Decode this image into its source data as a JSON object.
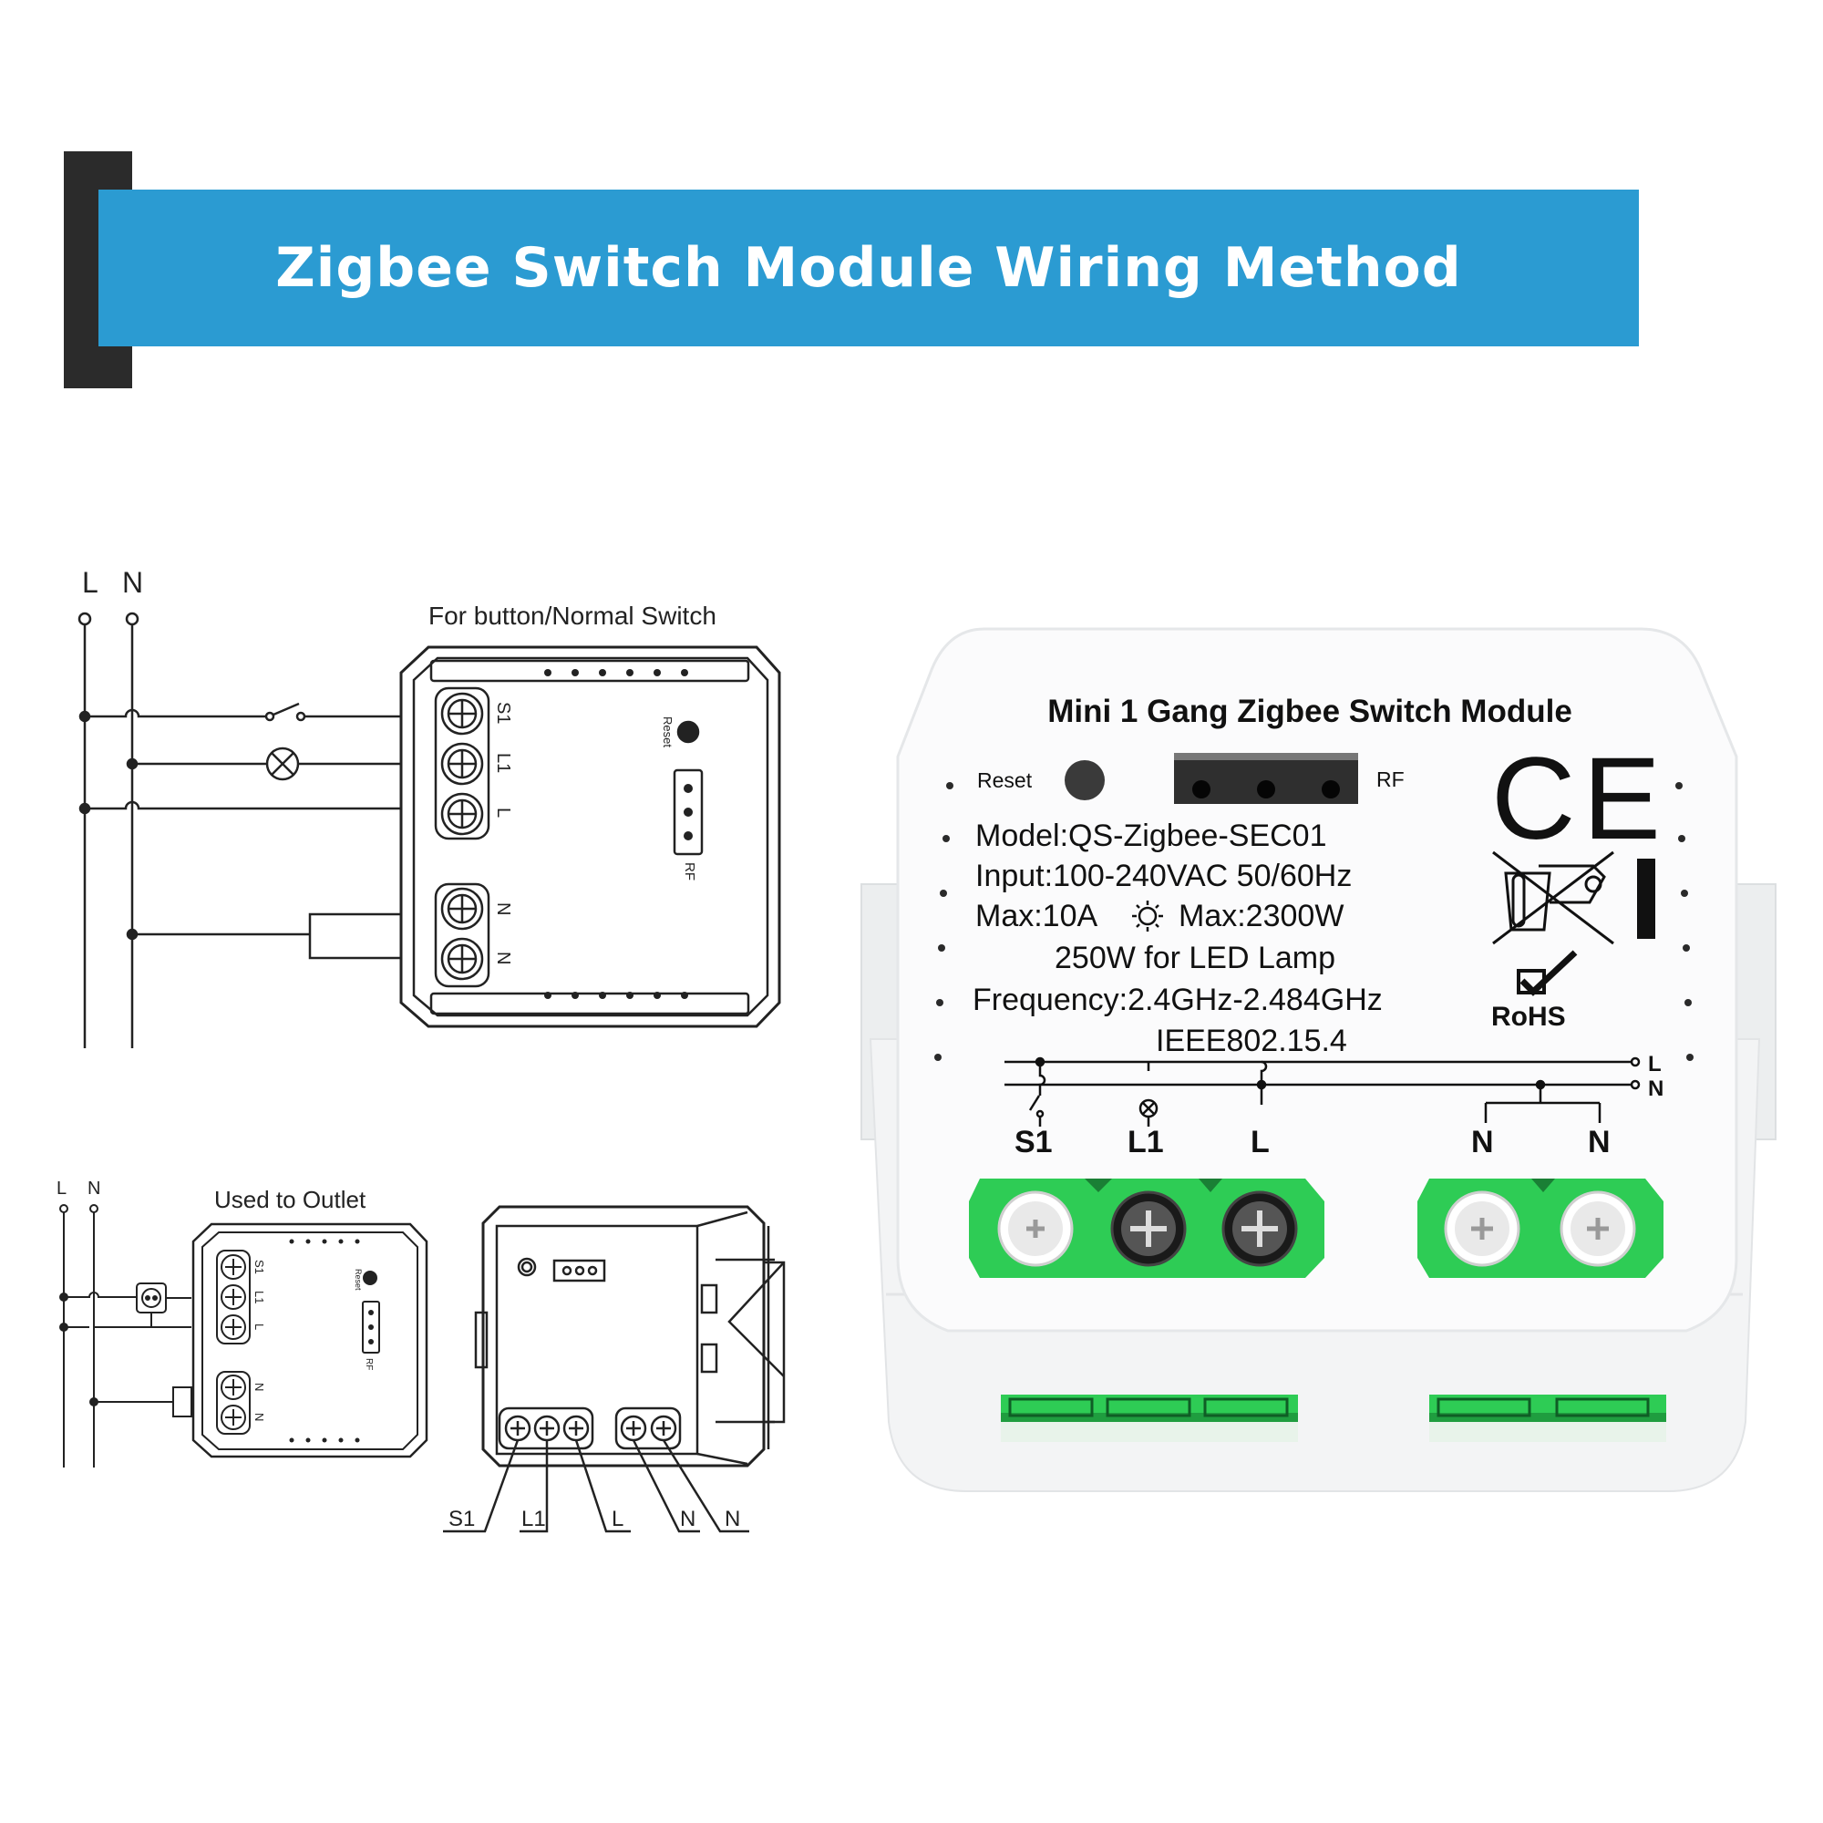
{
  "banner": {
    "title": "Zigbee Switch Module Wiring Method"
  },
  "diagram_top": {
    "caption": "For button/Normal Switch",
    "line_labels": [
      "L",
      "N"
    ],
    "terminals_a": [
      "S1",
      "L1",
      "L"
    ],
    "terminals_b": [
      "N",
      "N"
    ],
    "reset_label": "Reset",
    "rf_label": "RF"
  },
  "diagram_outlet": {
    "caption": "Used to Outlet",
    "line_labels": [
      "L",
      "N"
    ],
    "terminals_a": [
      "S1",
      "L1",
      "L"
    ],
    "terminals_b": [
      "N",
      "N"
    ],
    "reset_label": "Reset",
    "rf_label": "RF"
  },
  "side_view": {
    "terminal_labels": [
      "S1",
      "L1",
      "L",
      "N",
      "N"
    ]
  },
  "device": {
    "title": "Mini 1 Gang Zigbee Switch Module",
    "reset_label": "Reset",
    "rf_label": "RF",
    "specs": [
      "Model:QS-Zigbee-SEC01",
      "Input:100-240VAC 50/60Hz",
      "250W for LED Lamp",
      "Frequency:2.4GHz-2.484GHz",
      "IEEE802.15.4"
    ],
    "max_current": "Max:10A",
    "max_power": "Max:2300W",
    "line_labels": [
      "L",
      "N"
    ],
    "terminal_labels": [
      "S1",
      "L1",
      "L",
      "N",
      "N"
    ],
    "ce_mark": "CE",
    "rohs_label": "RoHS",
    "accent_green": "#2ecc55",
    "terminal_dark": "#1a1a1a"
  }
}
